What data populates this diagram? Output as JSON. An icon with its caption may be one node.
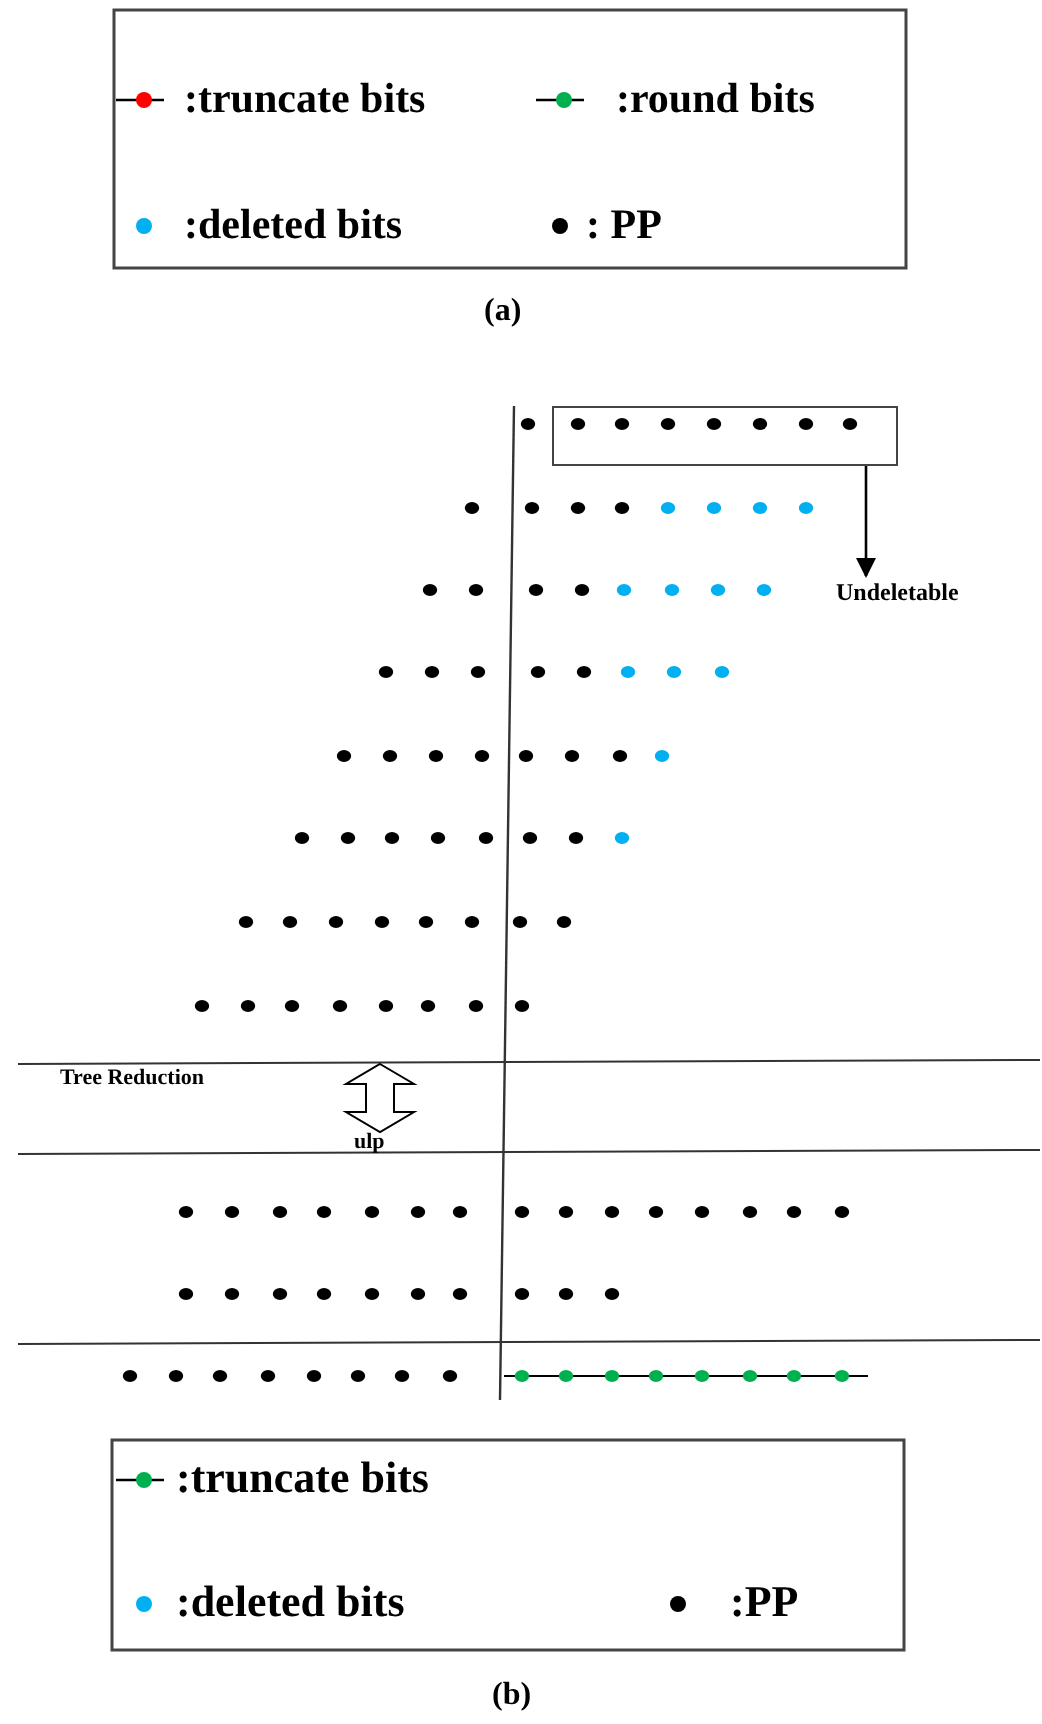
{
  "diagram": {
    "nodes": [
      {
        "text": [],
        "shape": "box"
      },
      {
        "text": [
          "Undeletable"
        ]
      }
    ],
    "edges": [
      {
        "from": 0,
        "to": 1,
        "arrow": "to"
      }
    ],
    "labels": [
      "(a)",
      "Tree Reduction",
      "ulp",
      "(b)"
    ],
    "legend": [
      {
        "text": ":truncate bits"
      },
      {
        "text": ":round bits"
      },
      {
        "text": ":deleted bits",
        "color": "#00b0f0"
      },
      {
        "text": ": PP",
        "color": "#000000"
      },
      {
        "text": ":truncate bits"
      },
      {
        "text": ":deleted bits",
        "color": "#00b0f0"
      },
      {
        "text": ":PP",
        "color": "#000000"
      }
    ]
  }
}
